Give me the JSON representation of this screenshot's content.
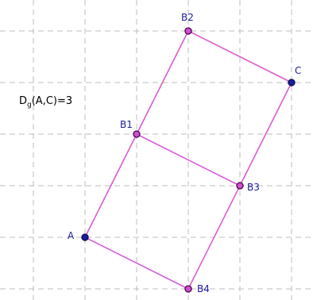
{
  "formula": {
    "prefix": "D",
    "subscript": "g",
    "args": "(A,C)=3"
  },
  "points": [
    {
      "id": "A",
      "label": "A",
      "color": "#1c1c9c",
      "x": 0,
      "y": 0
    },
    {
      "id": "B1",
      "label": "B1",
      "color": "#d04fd0",
      "x": 1,
      "y": 2
    },
    {
      "id": "B2",
      "label": "B2",
      "color": "#d04fd0",
      "x": 2,
      "y": 4
    },
    {
      "id": "C",
      "label": "C",
      "color": "#1c1c9c",
      "x": 4,
      "y": 3
    },
    {
      "id": "B3",
      "label": "B3",
      "color": "#d04fd0",
      "x": 3,
      "y": 1
    },
    {
      "id": "B4",
      "label": "B4",
      "color": "#d04fd0",
      "x": 2,
      "y": -1
    }
  ],
  "segments": [
    [
      "A",
      "B1"
    ],
    [
      "B1",
      "B2"
    ],
    [
      "B2",
      "C"
    ],
    [
      "B1",
      "B3"
    ],
    [
      "A",
      "B4"
    ],
    [
      "B4",
      "B3"
    ],
    [
      "B3",
      "C"
    ]
  ],
  "colors": {
    "segment": "#d85cd8",
    "grid": "#bdbdbd"
  }
}
